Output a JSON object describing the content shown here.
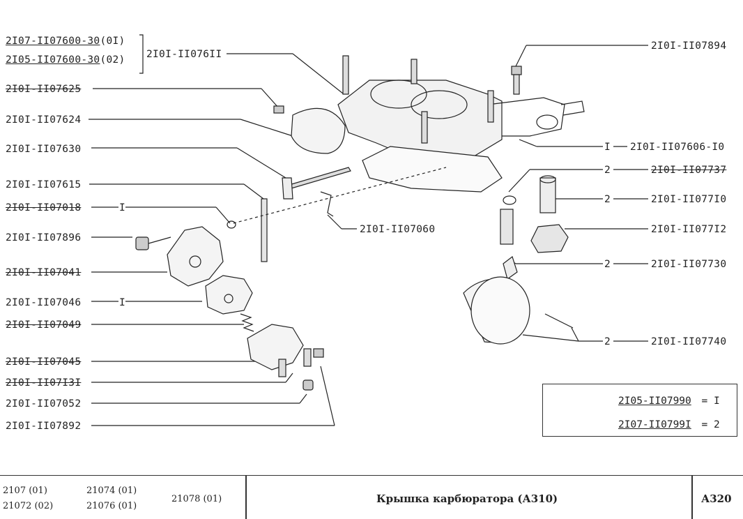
{
  "labels": {
    "ref_top1_code": "2I07-II07600-30",
    "ref_top1_var": "(0I)",
    "ref_top2_code": "2I05-II07600-30",
    "ref_top2_var": "(02)",
    "p_076II": "2I0I-II076II",
    "p_07625": "2I0I-II07625",
    "p_07624": "2I0I-II07624",
    "p_07630": "2I0I-II07630",
    "p_07615": "2I0I-II07615",
    "p_07018": "2I0I-II07018",
    "p_07018_qty": "I",
    "p_07896": "2I0I-II07896",
    "p_07041": "2I0I-II07041",
    "p_07046": "2I0I-II07046",
    "p_07046_qty": "I",
    "p_07049": "2I0I-II07049",
    "p_07045": "2I0I-II07045",
    "p_07131": "2I0I-II07I3I",
    "p_07052": "2I0I-II07052",
    "p_07892": "2I0I-II07892",
    "p_07060": "2I0I-II07060",
    "p_07894": "2I0I-II07894",
    "p_07606": "2I0I-II07606-I0",
    "p_07606_qty": "I",
    "p_07737": "2I0I-II07737",
    "p_07737_qty": "2",
    "p_07710": "2I0I-II077I0",
    "p_07710_qty": "2",
    "p_07712": "2I0I-II077I2",
    "p_07730": "2I0I-II07730",
    "p_07730_qty": "2",
    "p_07740": "2I0I-II07740",
    "p_07740_qty": "2"
  },
  "kit": {
    "row1_code": "2I05-II07990",
    "row1_eq": "= I",
    "row2_code": "2I07-II0799I",
    "row2_eq": "= 2"
  },
  "footer": {
    "models_col1": [
      "2107 (01)",
      "21072 (02)"
    ],
    "models_col2": [
      "21074 (01)",
      "21076 (01)"
    ],
    "models_col3": "21078 (01)",
    "title": "Крышка карбюратора (А310)",
    "page_code": "А320"
  }
}
